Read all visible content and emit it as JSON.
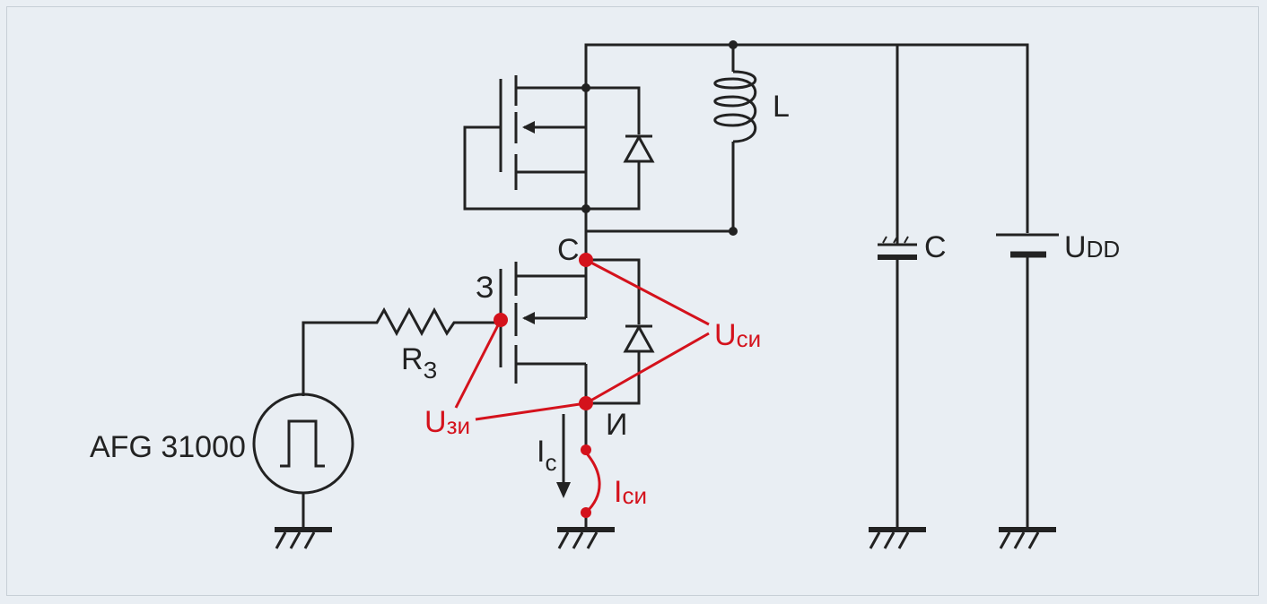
{
  "labels": {
    "inductor": "L",
    "capacitor": "C",
    "supply_main": "U",
    "supply_sub": "DD",
    "drain": "С",
    "gate": "З",
    "source": "И",
    "resistor_main": "R",
    "resistor_sub": "З",
    "generator": "AFG 31000",
    "drain_current_main": "I",
    "drain_current_sub": "с",
    "u_ds_main": "U",
    "u_ds_sub": "си",
    "u_gs_main": "U",
    "u_gs_sub": "зи",
    "i_ds_main": "I",
    "i_ds_sub": "си"
  },
  "colors": {
    "wire": "#222222",
    "probe": "#d4121c",
    "background": "#e9eef3"
  }
}
